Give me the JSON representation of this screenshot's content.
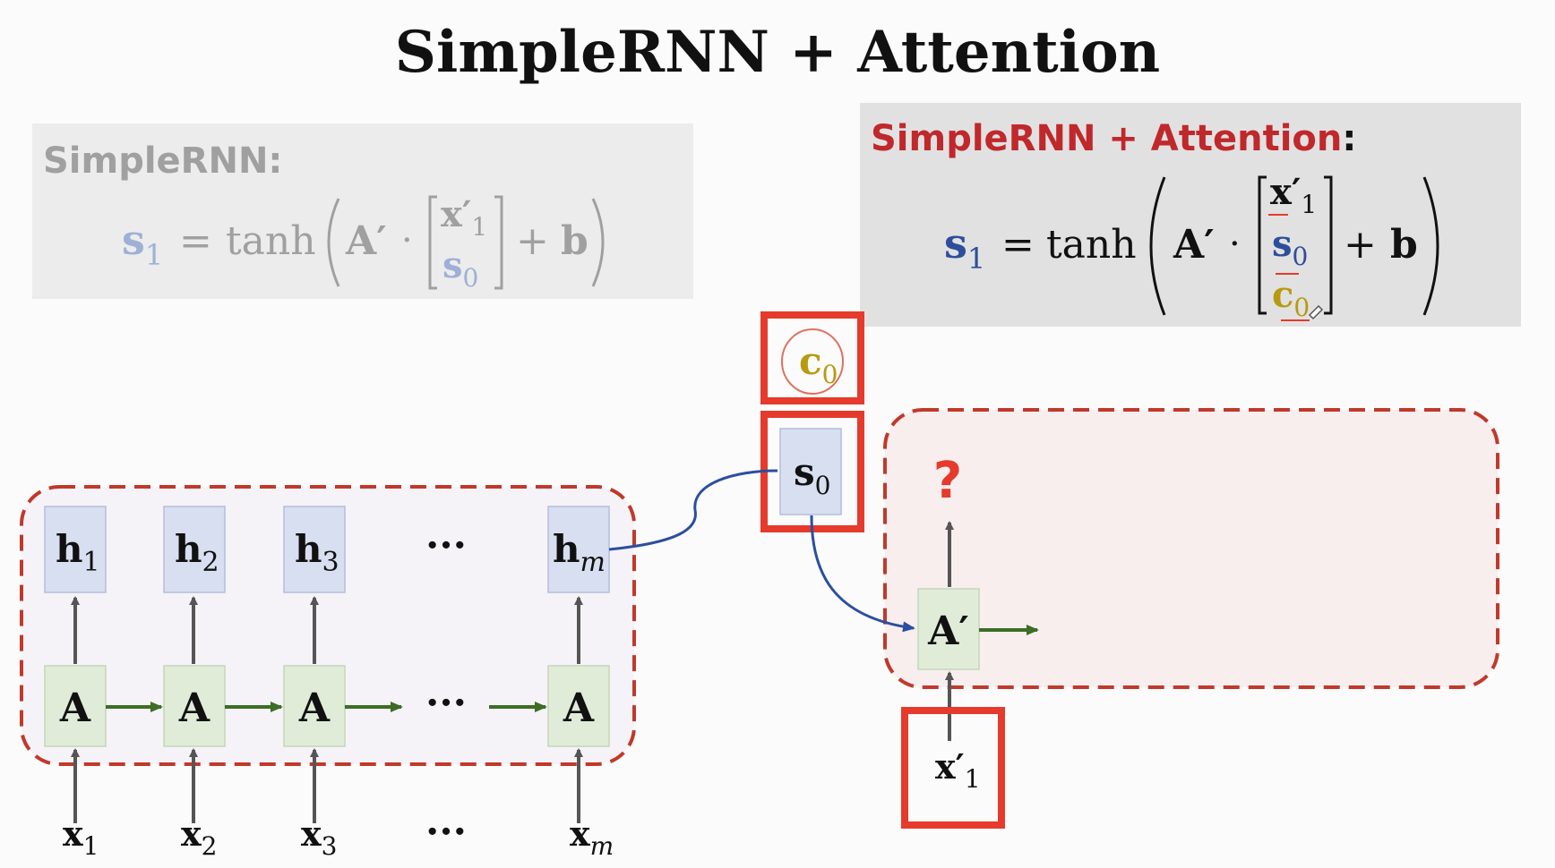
{
  "title": "SimpleRNN + Attention",
  "left_panel": {
    "heading": "SimpleRNN:",
    "equation": {
      "lhs_symbol": "s",
      "lhs_sub": "1",
      "equals": "=",
      "func": "tanh",
      "matrix": "A′",
      "dot": "·",
      "vector": [
        {
          "symbol": "x′",
          "sub": "1"
        },
        {
          "symbol": "s",
          "sub": "0"
        }
      ],
      "plus": "+",
      "bias": "b"
    }
  },
  "right_panel": {
    "heading": "SimpleRNN + Attention",
    "heading_colon": ":",
    "equation": {
      "lhs_symbol": "s",
      "lhs_sub": "1",
      "equals": "=",
      "func": "tanh",
      "matrix": "A′",
      "dot": "·",
      "vector": [
        {
          "symbol": "x′",
          "sub": "1"
        },
        {
          "symbol": "s",
          "sub": "0"
        },
        {
          "symbol": "c",
          "sub": "0"
        }
      ],
      "plus": "+",
      "bias": "b"
    }
  },
  "encoder": {
    "hidden_states": [
      {
        "symbol": "h",
        "sub": "1"
      },
      {
        "symbol": "h",
        "sub": "2"
      },
      {
        "symbol": "h",
        "sub": "3"
      },
      {
        "symbol": "h",
        "sub": "m",
        "sub_italic": true
      }
    ],
    "cells": [
      "A",
      "A",
      "A",
      "A"
    ],
    "inputs": [
      {
        "symbol": "x",
        "sub": "1"
      },
      {
        "symbol": "x",
        "sub": "2"
      },
      {
        "symbol": "x",
        "sub": "3"
      },
      {
        "symbol": "x",
        "sub": "m",
        "sub_italic": true
      }
    ],
    "ellipsis": "···"
  },
  "context_node": {
    "symbol": "c",
    "sub": "0"
  },
  "state_node": {
    "symbol": "s",
    "sub": "0"
  },
  "decoder": {
    "cell": "A′",
    "question": "?",
    "input": {
      "symbol": "x′",
      "sub": "1"
    }
  },
  "colors": {
    "heading_red": "#c0282b",
    "dashed_border": "#c0392b",
    "highlight_box": "#e53a2c",
    "hidden_fill": "#d8dff0",
    "cell_fill": "#e1ecd8",
    "green_arrow": "#3c6e25",
    "blue_curve": "#2b4ea0",
    "s_blue": "#2d4f9b",
    "c_gold": "#b89a10",
    "faded_text": "#a0a0a0",
    "faded_s": "#9fb0d6"
  }
}
